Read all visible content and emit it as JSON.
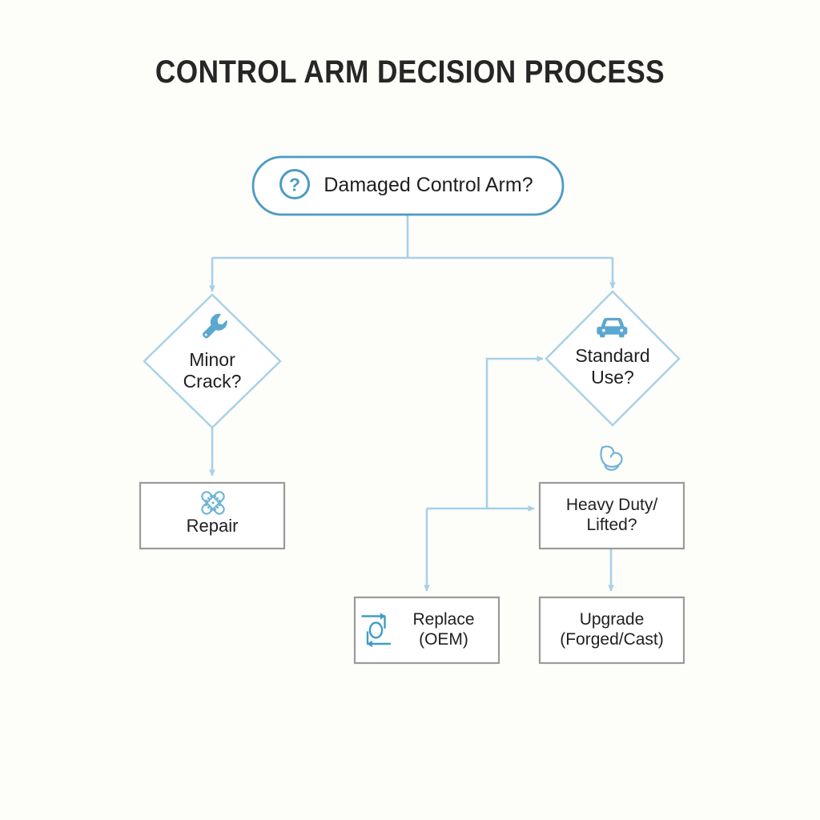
{
  "title": "CONTROL ARM DECISION PROCESS",
  "colors": {
    "background": "#fdfdfa",
    "accent_blue": "#4a9bc4",
    "connector_blue": "#a8d0e6",
    "box_border_gray": "#9a9a9a",
    "text_dark": "#1f1f1f",
    "title_dark": "#262626"
  },
  "nodes": {
    "start": {
      "label": "Damaged Control Arm?",
      "shape": "pill",
      "icon": "question-circle-icon"
    },
    "minor_crack": {
      "label": "Minor\nCrack?",
      "shape": "diamond",
      "icon": "wrench-icon"
    },
    "standard_use": {
      "label": "Standard\nUse?",
      "shape": "diamond",
      "icon": "car-icon"
    },
    "repair": {
      "label": "Repair",
      "shape": "rect",
      "icon": "bandage-cross-icon"
    },
    "heavy_duty": {
      "label": "Heavy Duty/\nLifted?",
      "shape": "rect",
      "icon": "flexed-bicep-icon"
    },
    "replace_oem": {
      "label": "Replace\n(OEM)",
      "shape": "rect",
      "icon": "refresh-arrows-icon"
    },
    "upgrade": {
      "label": "Upgrade\n(Forged/Cast)",
      "shape": "rect",
      "icon": null
    }
  },
  "edges": [
    {
      "from": "start",
      "to": "minor_crack"
    },
    {
      "from": "start",
      "to": "standard_use"
    },
    {
      "from": "minor_crack",
      "to": "repair"
    },
    {
      "from": "standard_use",
      "to": "heavy_duty"
    },
    {
      "from": "standard_use",
      "to": "replace_oem"
    },
    {
      "from": "heavy_duty",
      "to": "upgrade"
    }
  ]
}
